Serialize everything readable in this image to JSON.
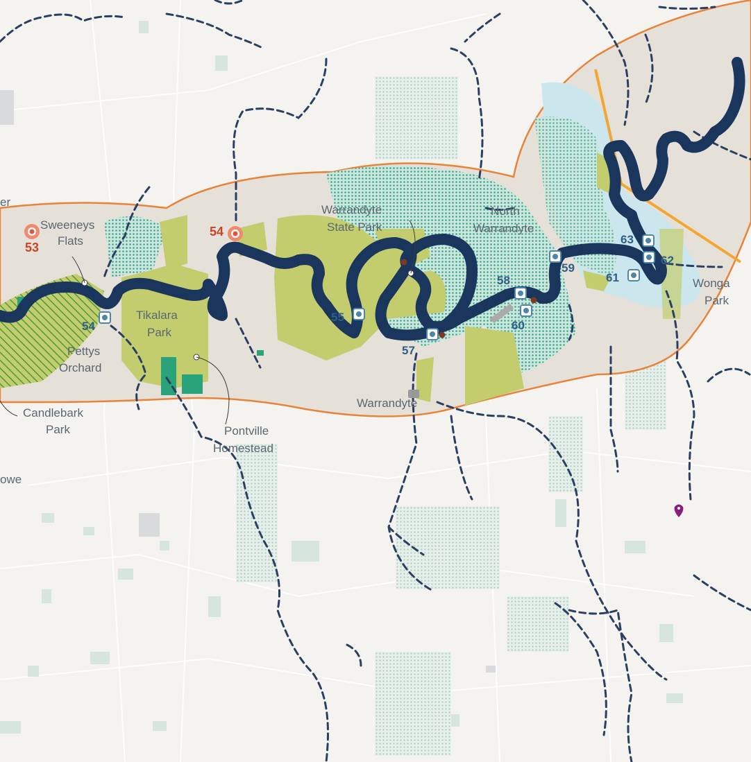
{
  "colors": {
    "background": "#f4f3ef",
    "corridor_fill": "#e5e0d8",
    "corridor_outline": "#e8833a",
    "river": "#1b365d",
    "tributary": "#2b3f63",
    "park_green": "#c3cd6e",
    "park_teal": "#5ab7a2",
    "wetland_blue": "#cbe6ec",
    "boundary_yellow": "#f4a630",
    "site_red": "#e2573b",
    "access_point": "#4d86ad",
    "small_parcels": "#d6e6dc"
  },
  "places": [
    {
      "name": "Sweeneys",
      "key": "sweeneys"
    },
    {
      "name": "Flats",
      "key": "flats"
    },
    {
      "name": "Tikalara",
      "key": "tikalara"
    },
    {
      "name": "Park",
      "key": "tikalara_park"
    },
    {
      "name": "Pettys",
      "key": "pettys"
    },
    {
      "name": "Orchard",
      "key": "orchard"
    },
    {
      "name": "Candlebark",
      "key": "candlebark"
    },
    {
      "name": "Park",
      "key": "candlebark_park"
    },
    {
      "name": "Pontville",
      "key": "pontville"
    },
    {
      "name": "Homestead",
      "key": "homestead"
    },
    {
      "name": "Warrandyte",
      "key": "wsp1"
    },
    {
      "name": "State Park",
      "key": "wsp2"
    },
    {
      "name": "North",
      "key": "north"
    },
    {
      "name": "Warrandyte",
      "key": "north_warrandyte"
    },
    {
      "name": "Warrandyte",
      "key": "warrandyte"
    },
    {
      "name": "Wonga",
      "key": "wonga"
    },
    {
      "name": "Park",
      "key": "wonga_park"
    },
    {
      "name": "er",
      "key": "edge_er"
    },
    {
      "name": "owe",
      "key": "edge_owe"
    }
  ],
  "sites": [
    {
      "id": "53",
      "type": "heritage-site"
    },
    {
      "id": "54",
      "type": "heritage-site"
    }
  ],
  "access_points": [
    "54",
    "55",
    "57",
    "58",
    "59",
    "60",
    "61",
    "62",
    "63"
  ]
}
